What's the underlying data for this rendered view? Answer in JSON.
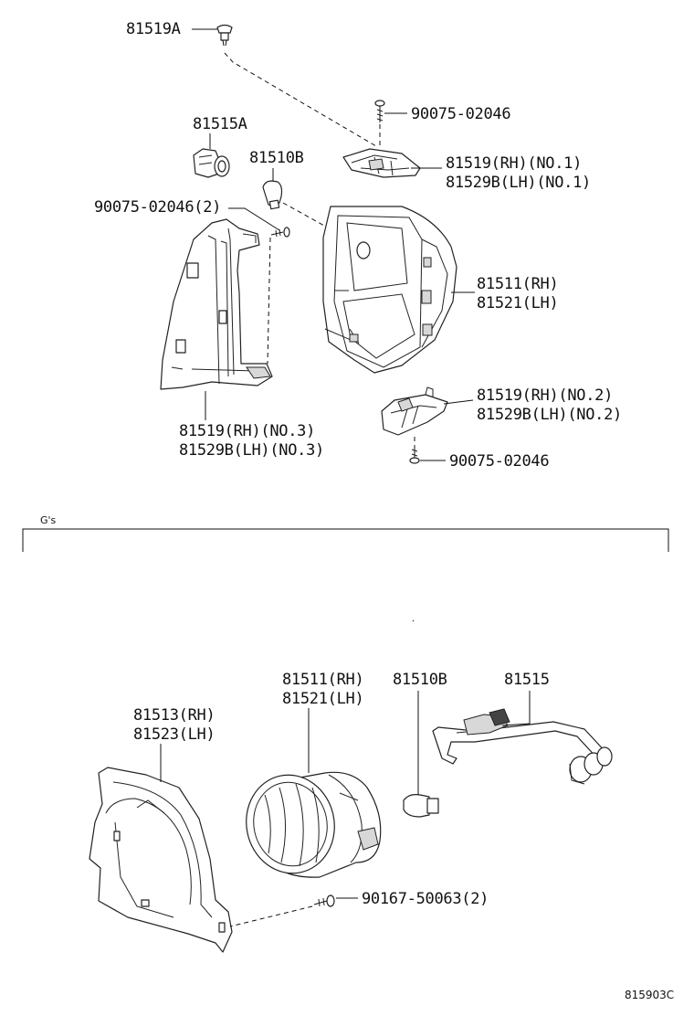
{
  "labels": {
    "clip_81519A": "81519A",
    "socket_81515A": "81515A",
    "bulb_81510B_top": "81510B",
    "screw_top": "90075-02046",
    "screw_left": "90075-02046(2)",
    "bracket1_rh": "81519(RH)(NO.1)",
    "bracket1_lh": "81529B(LH)(NO.1)",
    "lamp_top_rh": "81511(RH)",
    "lamp_top_lh": "81521(LH)",
    "bracket2_rh": "81519(RH)(NO.2)",
    "bracket2_lh": "81529B(LH)(NO.2)",
    "screw_right": "90075-02046",
    "bracket3_rh": "81519(RH)(NO.3)",
    "bracket3_lh": "81529B(LH)(NO.3)",
    "section_title": "G's",
    "lamp_bottom_rh": "81511(RH)",
    "lamp_bottom_lh": "81521(LH)",
    "bulb_81510B_bottom": "81510B",
    "socket_81515": "81515",
    "cover_rh": "81513(RH)",
    "cover_lh": "81523(LH)",
    "screw_bottom": "90167-50063(2)",
    "figure_code": "815903C"
  }
}
